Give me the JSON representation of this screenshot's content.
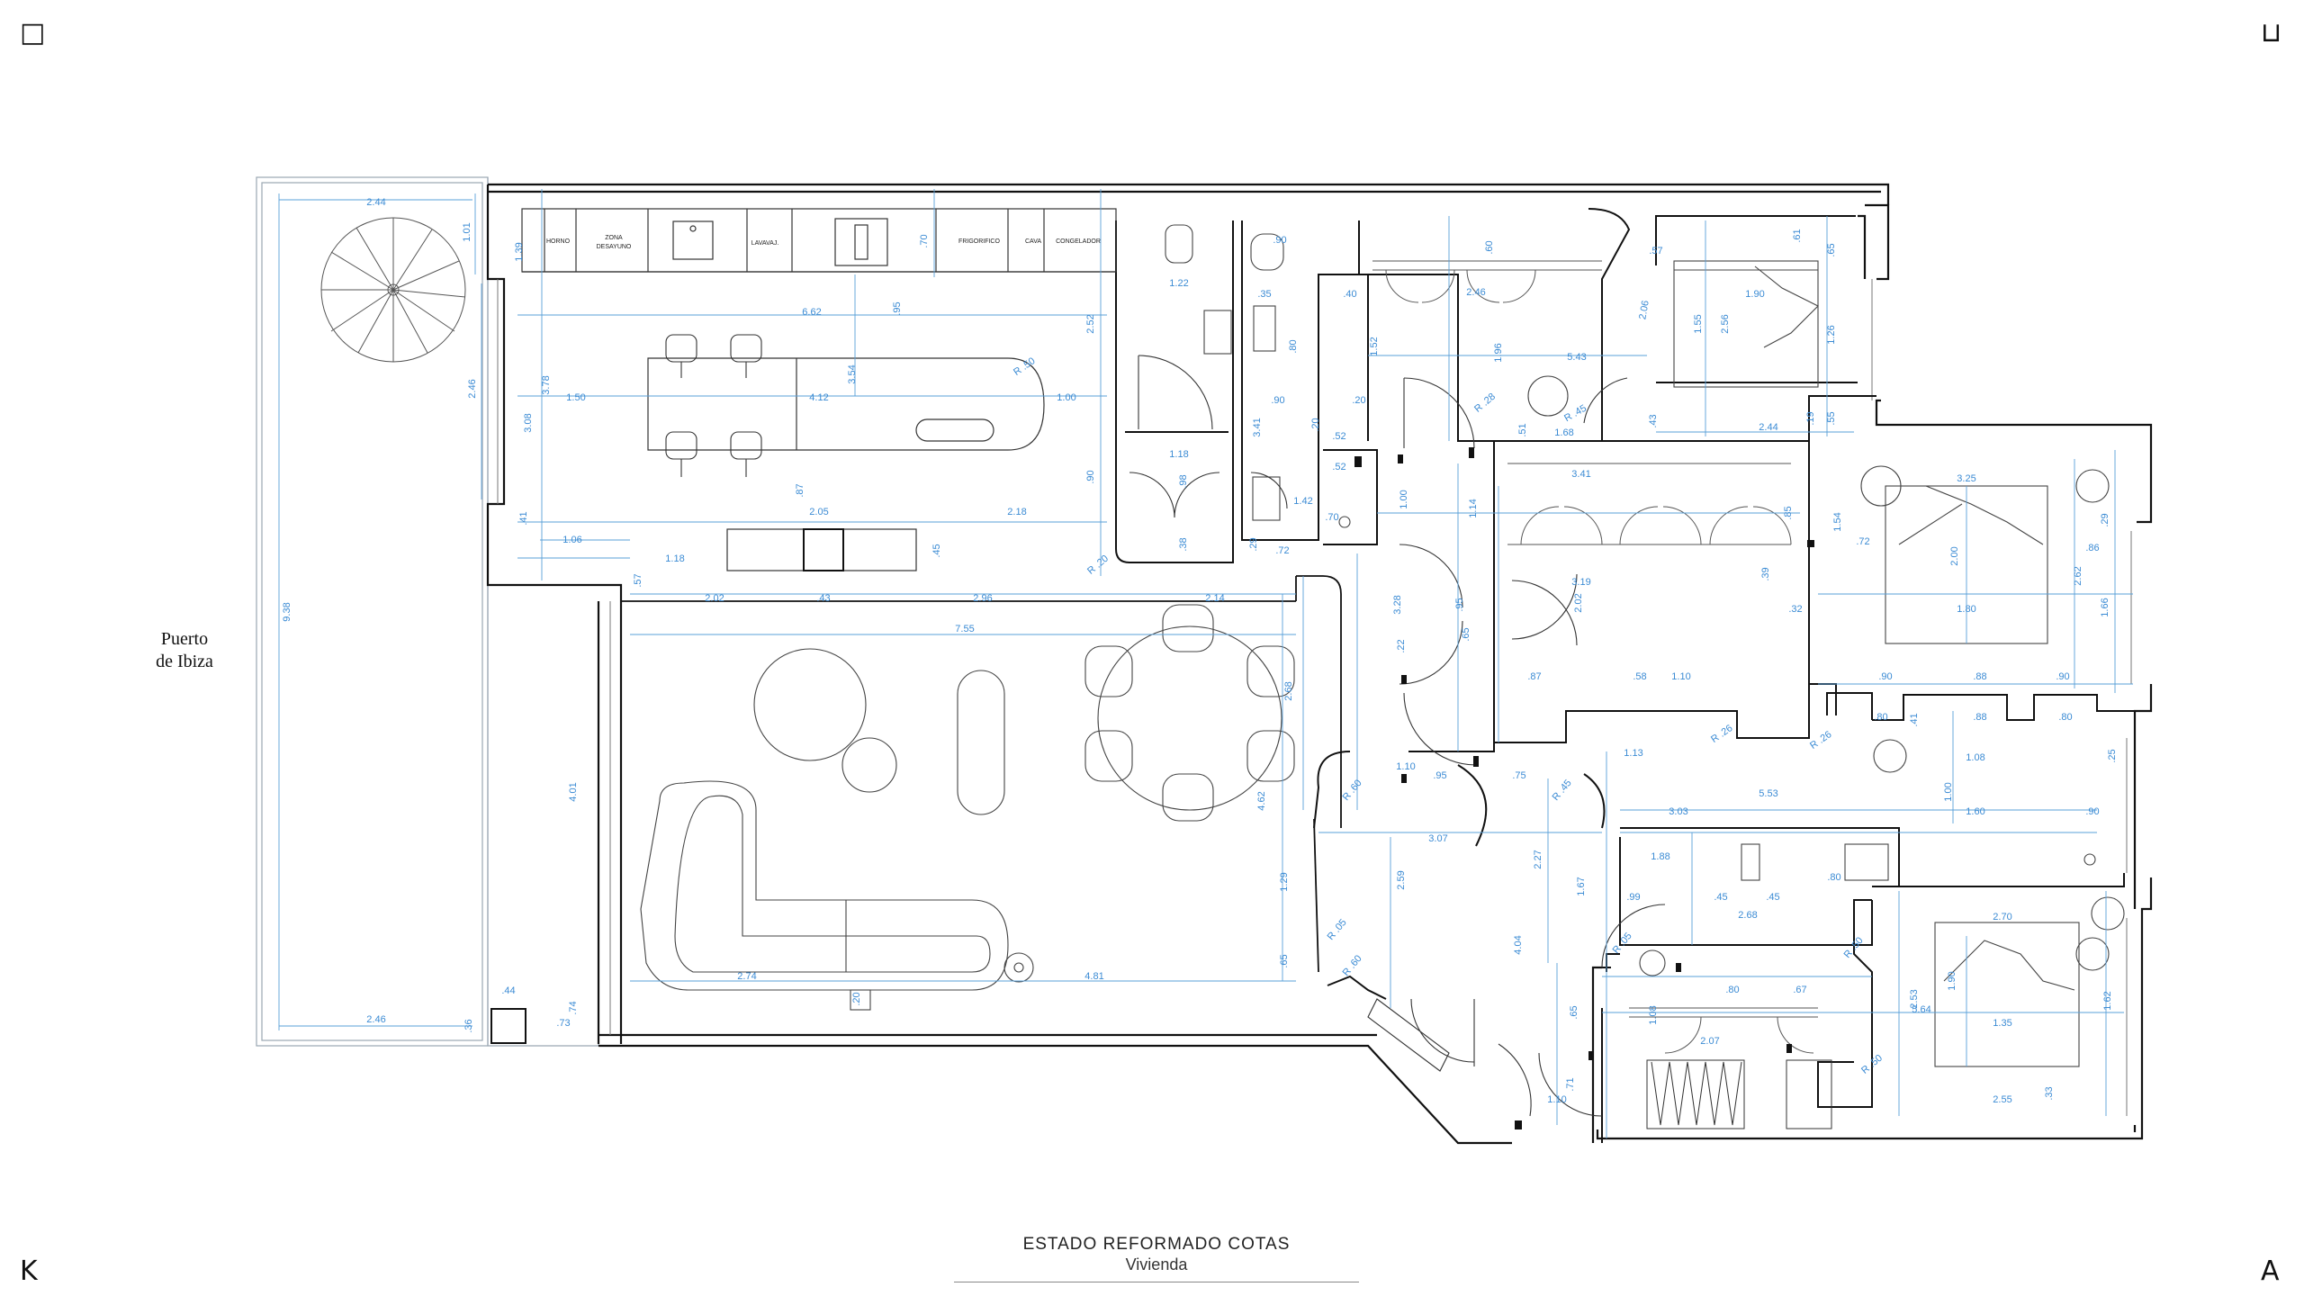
{
  "corner_marks": {
    "top_left": "□",
    "top_right": "⊔",
    "bottom_left": "K",
    "bottom_right": "A"
  },
  "place_label": {
    "line1": "Puerto",
    "line2": "de Ibiza"
  },
  "caption": {
    "title": "ESTADO REFORMADO COTAS",
    "subtitle": "Vivienda"
  },
  "kitchen_labels": [
    "HORNO",
    "ZONA",
    "DESAYUNO",
    "LAVAVAJ.",
    "FRIGORIFICO",
    "CAVA",
    "CONGELADOR"
  ],
  "dimension_labels": {
    "d2_44": "2.44",
    "d1_01": "1.01",
    "d1_39": "1.39",
    "d2_46a": "2.46",
    "d9_38": "9.38",
    "d2_46b": "2.46",
    "d_44": ".44",
    "d_36": ".36",
    "d_73": ".73",
    "d_74": ".74",
    "d6_62": "6.62",
    "d_95": ".95",
    "d3_54": "3.54",
    "d_70": ".70",
    "d2_52": "2.52",
    "d1_50": "1.50",
    "d4_12": "4.12",
    "d1_00a": "1.00",
    "dR50a": "R .50",
    "d3_78": "3.78",
    "d3_08": "3.08",
    "d_87a": ".87",
    "d2_05": "2.05",
    "d2_18": "2.18",
    "d_90a": ".90",
    "d1_06": "1.06",
    "d1_18a": "1.18",
    "d_45a": ".45",
    "d_41a": ".41",
    "d_57a": ".57",
    "d2_02a": "2.02",
    "d_43": ".43",
    "d2_96": "2.96",
    "d2_14": "2.14",
    "dR20a": "R .20",
    "d7_55": "7.55",
    "d4_01": "4.01",
    "d2_68a": "2.68",
    "d4_62": "4.62",
    "d1_29": "1.29",
    "d_65a": ".65",
    "d2_74": "2.74",
    "d4_81": "4.81",
    "d_20a": ".20",
    "d1_22": "1.22",
    "d1_18b": "1.18",
    "d_98": ".98",
    "d_38a": ".38",
    "d_90b": ".90",
    "d_35": ".35",
    "d_80a": ".80",
    "d_90c": ".90",
    "d3_41a": "3.41",
    "d_20b": ".20",
    "d1_42": "1.42",
    "d_70b": ".70",
    "d_52a": ".52",
    "d_52b": ".52",
    "d_20c": ".20",
    "d_29": ".29",
    "d_72a": ".72",
    "d_40": ".40",
    "d_60": ".60",
    "d2_46c": "2.46",
    "d1_96": "1.96",
    "d1_52": "1.52",
    "d5_43": "5.43",
    "d_51": ".51",
    "d1_68": "1.68",
    "dR45": "R .45",
    "d_43b": ".43",
    "dR28": "R .28",
    "d2_06": "2.06",
    "d1_90a": "1.90",
    "d1_55": "1.55",
    "d2_56": "2.56",
    "d1_26": "1.26",
    "d_65b": ".65",
    "d_55": ".55",
    "d2_44b": "2.44",
    "d_19": ".19",
    "d_61": ".61",
    "d_57b": ".57",
    "d3_41b": "3.41",
    "d3_19": "3.19",
    "d2_02b": "2.02",
    "d_58": ".58",
    "d1_10a": "1.10",
    "d_87b": ".87",
    "d_95b": ".95",
    "d_65c": ".65",
    "d1_14a": "1.14",
    "d1_00b": "1.00",
    "d3_28": "3.28",
    "d_22": ".22",
    "d_85": ".85",
    "d_32": ".32",
    "d_39": ".39",
    "d3_25": "3.25",
    "d2_00": "2.00",
    "d1_80": "1.80",
    "d_72b": ".72",
    "d1_54": "1.54",
    "d2_62": "2.62",
    "d1_66": "1.66",
    "d_86": ".86",
    "d_29b": ".29",
    "d_90d": ".90",
    "d_88": ".88",
    "d_90e": ".90",
    "d_80b": ".80",
    "d1_08": "1.08",
    "d_88b": ".88",
    "d_80c": ".80",
    "d_41b": ".41",
    "d_25": ".25",
    "d1_13": "1.13",
    "d5_53": "5.53",
    "d3_03": "3.03",
    "d1_60": "1.60",
    "d_90f": ".90",
    "d1_00c": "1.00",
    "dR26": "R .26",
    "dR26b": "R .26",
    "dR45b": "R .45",
    "d3_07": "3.07",
    "d2_59": "2.59",
    "d2_27": "2.27",
    "d1_67": "1.67",
    "d4_04": "4.04",
    "dR60a": "R .60",
    "dR05a": "R .05",
    "dR60b": "R .60",
    "d1_10b": "1.10",
    "d_75": ".75",
    "d_95c": ".95",
    "d1_88": "1.88",
    "d_45b": ".45",
    "d_45c": ".45",
    "d_80d": ".80",
    "d2_68b": "2.68",
    "d_99": ".99",
    "d_80e": ".80",
    "d_67": ".67",
    "dR05b": "R .05",
    "dR50b": "R .50",
    "d2_07": "2.07",
    "d5_64": "5.64",
    "d2_70": "2.70",
    "d1_90b": "1.90",
    "d1_35": "1.35",
    "d2_55": "2.55",
    "d2_53": "2.53",
    "d_33": ".33",
    "d1_62": "1.62",
    "dR50c": "R .50",
    "d1_10c": "1.10",
    "d_71": ".71",
    "d_65d": ".65",
    "d1_08b": "1.08"
  }
}
